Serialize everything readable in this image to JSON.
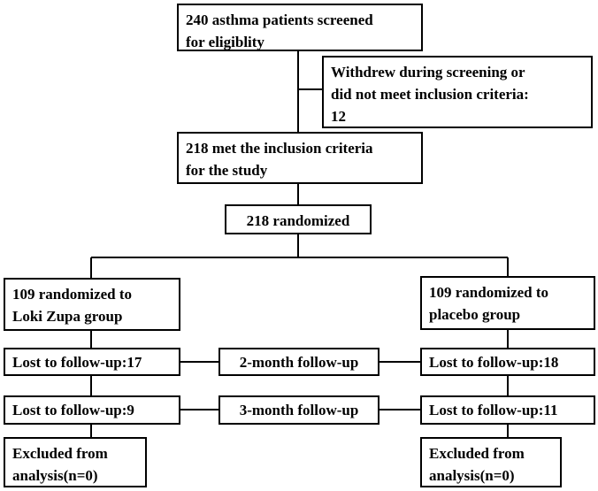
{
  "flowchart": {
    "screened": "240 asthma patients screened\nfor eligiblity",
    "withdrew": "Withdrew during screening or\ndid not meet inclusion criteria:\n12",
    "met_criteria": "218 met the inclusion criteria\nfor the study",
    "randomized": "218 randomized",
    "left_group": "109 randomized to\nLoki Zupa group",
    "right_group": "109 randomized to\nplacebo group",
    "left_lost_2m": "Lost to follow-up:17",
    "followup_2m": "2-month follow-up",
    "right_lost_2m": "Lost to follow-up:18",
    "left_lost_3m": "Lost to follow-up:9",
    "followup_3m": "3-month follow-up",
    "right_lost_3m": "Lost to follow-up:11",
    "left_excluded": "Excluded from\nanalysis(n=0)",
    "right_excluded": "Excluded from\nanalysis(n=0)"
  },
  "colors": {
    "line": "#000000",
    "box_border": "#000000",
    "background": "#ffffff"
  }
}
